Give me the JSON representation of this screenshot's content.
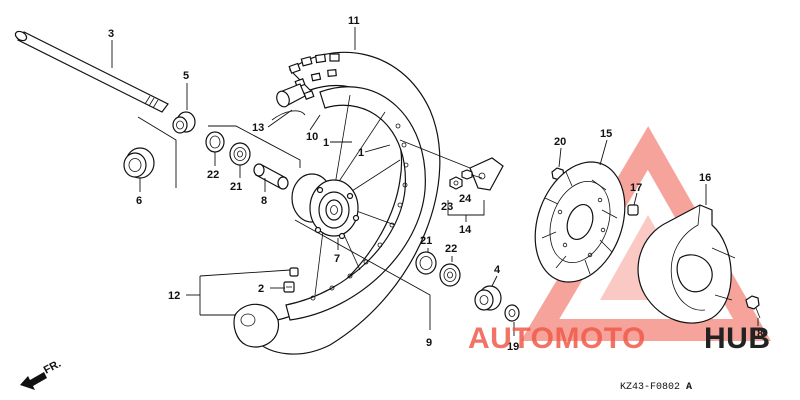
{
  "diagram": {
    "callouts": [
      {
        "id": "3",
        "text": "3"
      },
      {
        "id": "5",
        "text": "5"
      },
      {
        "id": "6",
        "text": "6"
      },
      {
        "id": "22a",
        "text": "22"
      },
      {
        "id": "21a",
        "text": "21"
      },
      {
        "id": "8",
        "text": "8"
      },
      {
        "id": "11",
        "text": "11"
      },
      {
        "id": "13",
        "text": "13"
      },
      {
        "id": "10",
        "text": "10"
      },
      {
        "id": "1a",
        "text": "1"
      },
      {
        "id": "1b",
        "text": "1"
      },
      {
        "id": "7",
        "text": "7"
      },
      {
        "id": "12",
        "text": "12"
      },
      {
        "id": "2",
        "text": "2"
      },
      {
        "id": "9",
        "text": "9"
      },
      {
        "id": "21b",
        "text": "21"
      },
      {
        "id": "22b",
        "text": "22"
      },
      {
        "id": "23",
        "text": "23"
      },
      {
        "id": "24",
        "text": "24"
      },
      {
        "id": "14",
        "text": "14"
      },
      {
        "id": "4",
        "text": "4"
      },
      {
        "id": "19",
        "text": "19"
      },
      {
        "id": "20",
        "text": "20"
      },
      {
        "id": "15",
        "text": "15"
      },
      {
        "id": "17",
        "text": "17"
      },
      {
        "id": "16",
        "text": "16"
      },
      {
        "id": "18",
        "text": "18"
      }
    ],
    "direction_marker": "FR.",
    "drawing_code": "KZ43-F0802",
    "drawing_code_suffix": "A"
  },
  "watermark": {
    "word_1": "AUTOMOTO",
    "word_2": "HUB",
    "color_1": "#f05a4a",
    "color_2": "#222222",
    "triangle_color": "#f05a4a"
  }
}
